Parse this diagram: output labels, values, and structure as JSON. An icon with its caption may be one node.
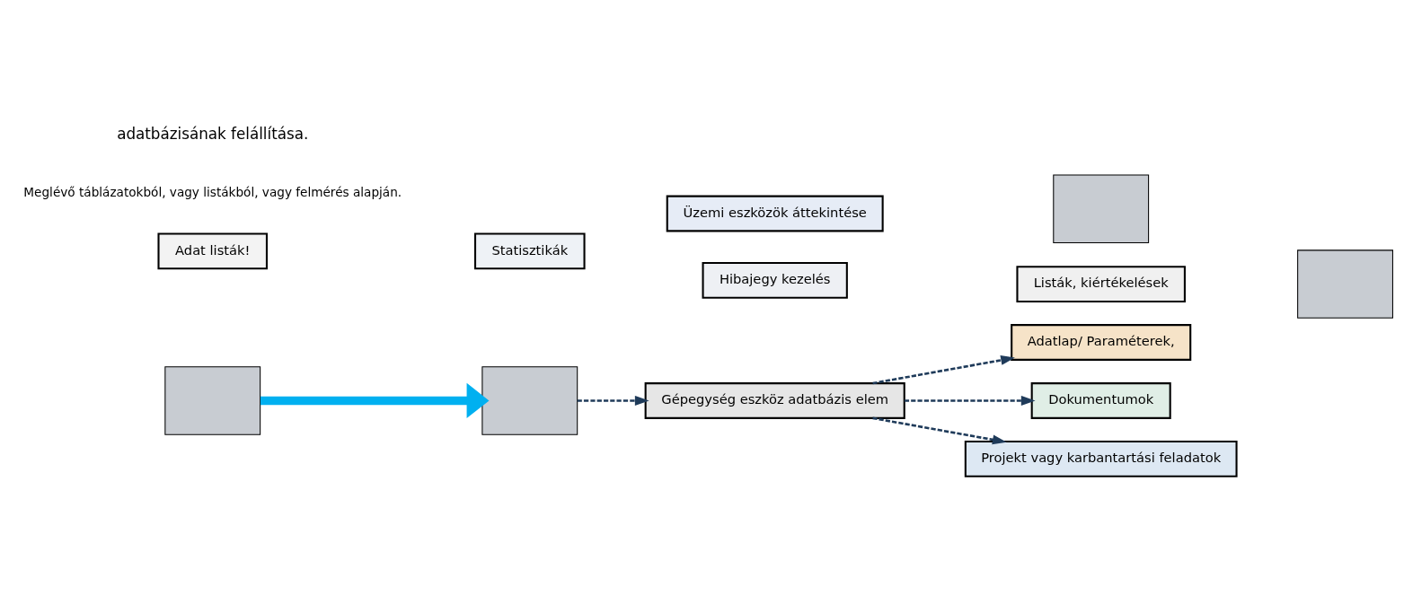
{
  "diagram": {
    "nodes": [
      {
        "text": [],
        "shape": "box"
      },
      {
        "text": [],
        "shape": "box"
      },
      {
        "text": [
          "Gépegység eszköz adatbázis elem"
        ]
      },
      {
        "text": [
          "Adatlap/ Paraméterek,"
        ]
      },
      {
        "text": [
          "Dokumentumok"
        ]
      },
      {
        "text": [
          "Projekt vagy karbantartási feladatok"
        ]
      },
      {
        "text": [
          "Adat listák!"
        ]
      },
      {
        "text": [
          "Statisztikák"
        ]
      },
      {
        "text": [
          "Üzemi eszközök áttekintése"
        ]
      },
      {
        "text": [],
        "shape": "box"
      },
      {
        "text": [
          "Hibajegy kezelés"
        ]
      },
      {
        "text": [
          "Listák, kiértékelések"
        ]
      },
      {
        "text": [],
        "shape": "box"
      }
    ],
    "edges": [
      {
        "from": 0,
        "to": 1,
        "arrow": "to",
        "style": "thick",
        "color": "#00b0f0"
      },
      {
        "from": 1,
        "to": 2,
        "arrow": "to",
        "style": "dashed"
      },
      {
        "from": 2,
        "to": 3,
        "arrow": "to",
        "style": "dashed"
      },
      {
        "from": 2,
        "to": 4,
        "arrow": "to",
        "style": "dashed"
      },
      {
        "from": 2,
        "to": 5,
        "arrow": "to",
        "style": "dashed"
      }
    ],
    "labels": [
      "adatbázisának felállítása.",
      "Meglévő táblázatokból, vagy listákból, vagy felmérés alapján."
    ]
  }
}
